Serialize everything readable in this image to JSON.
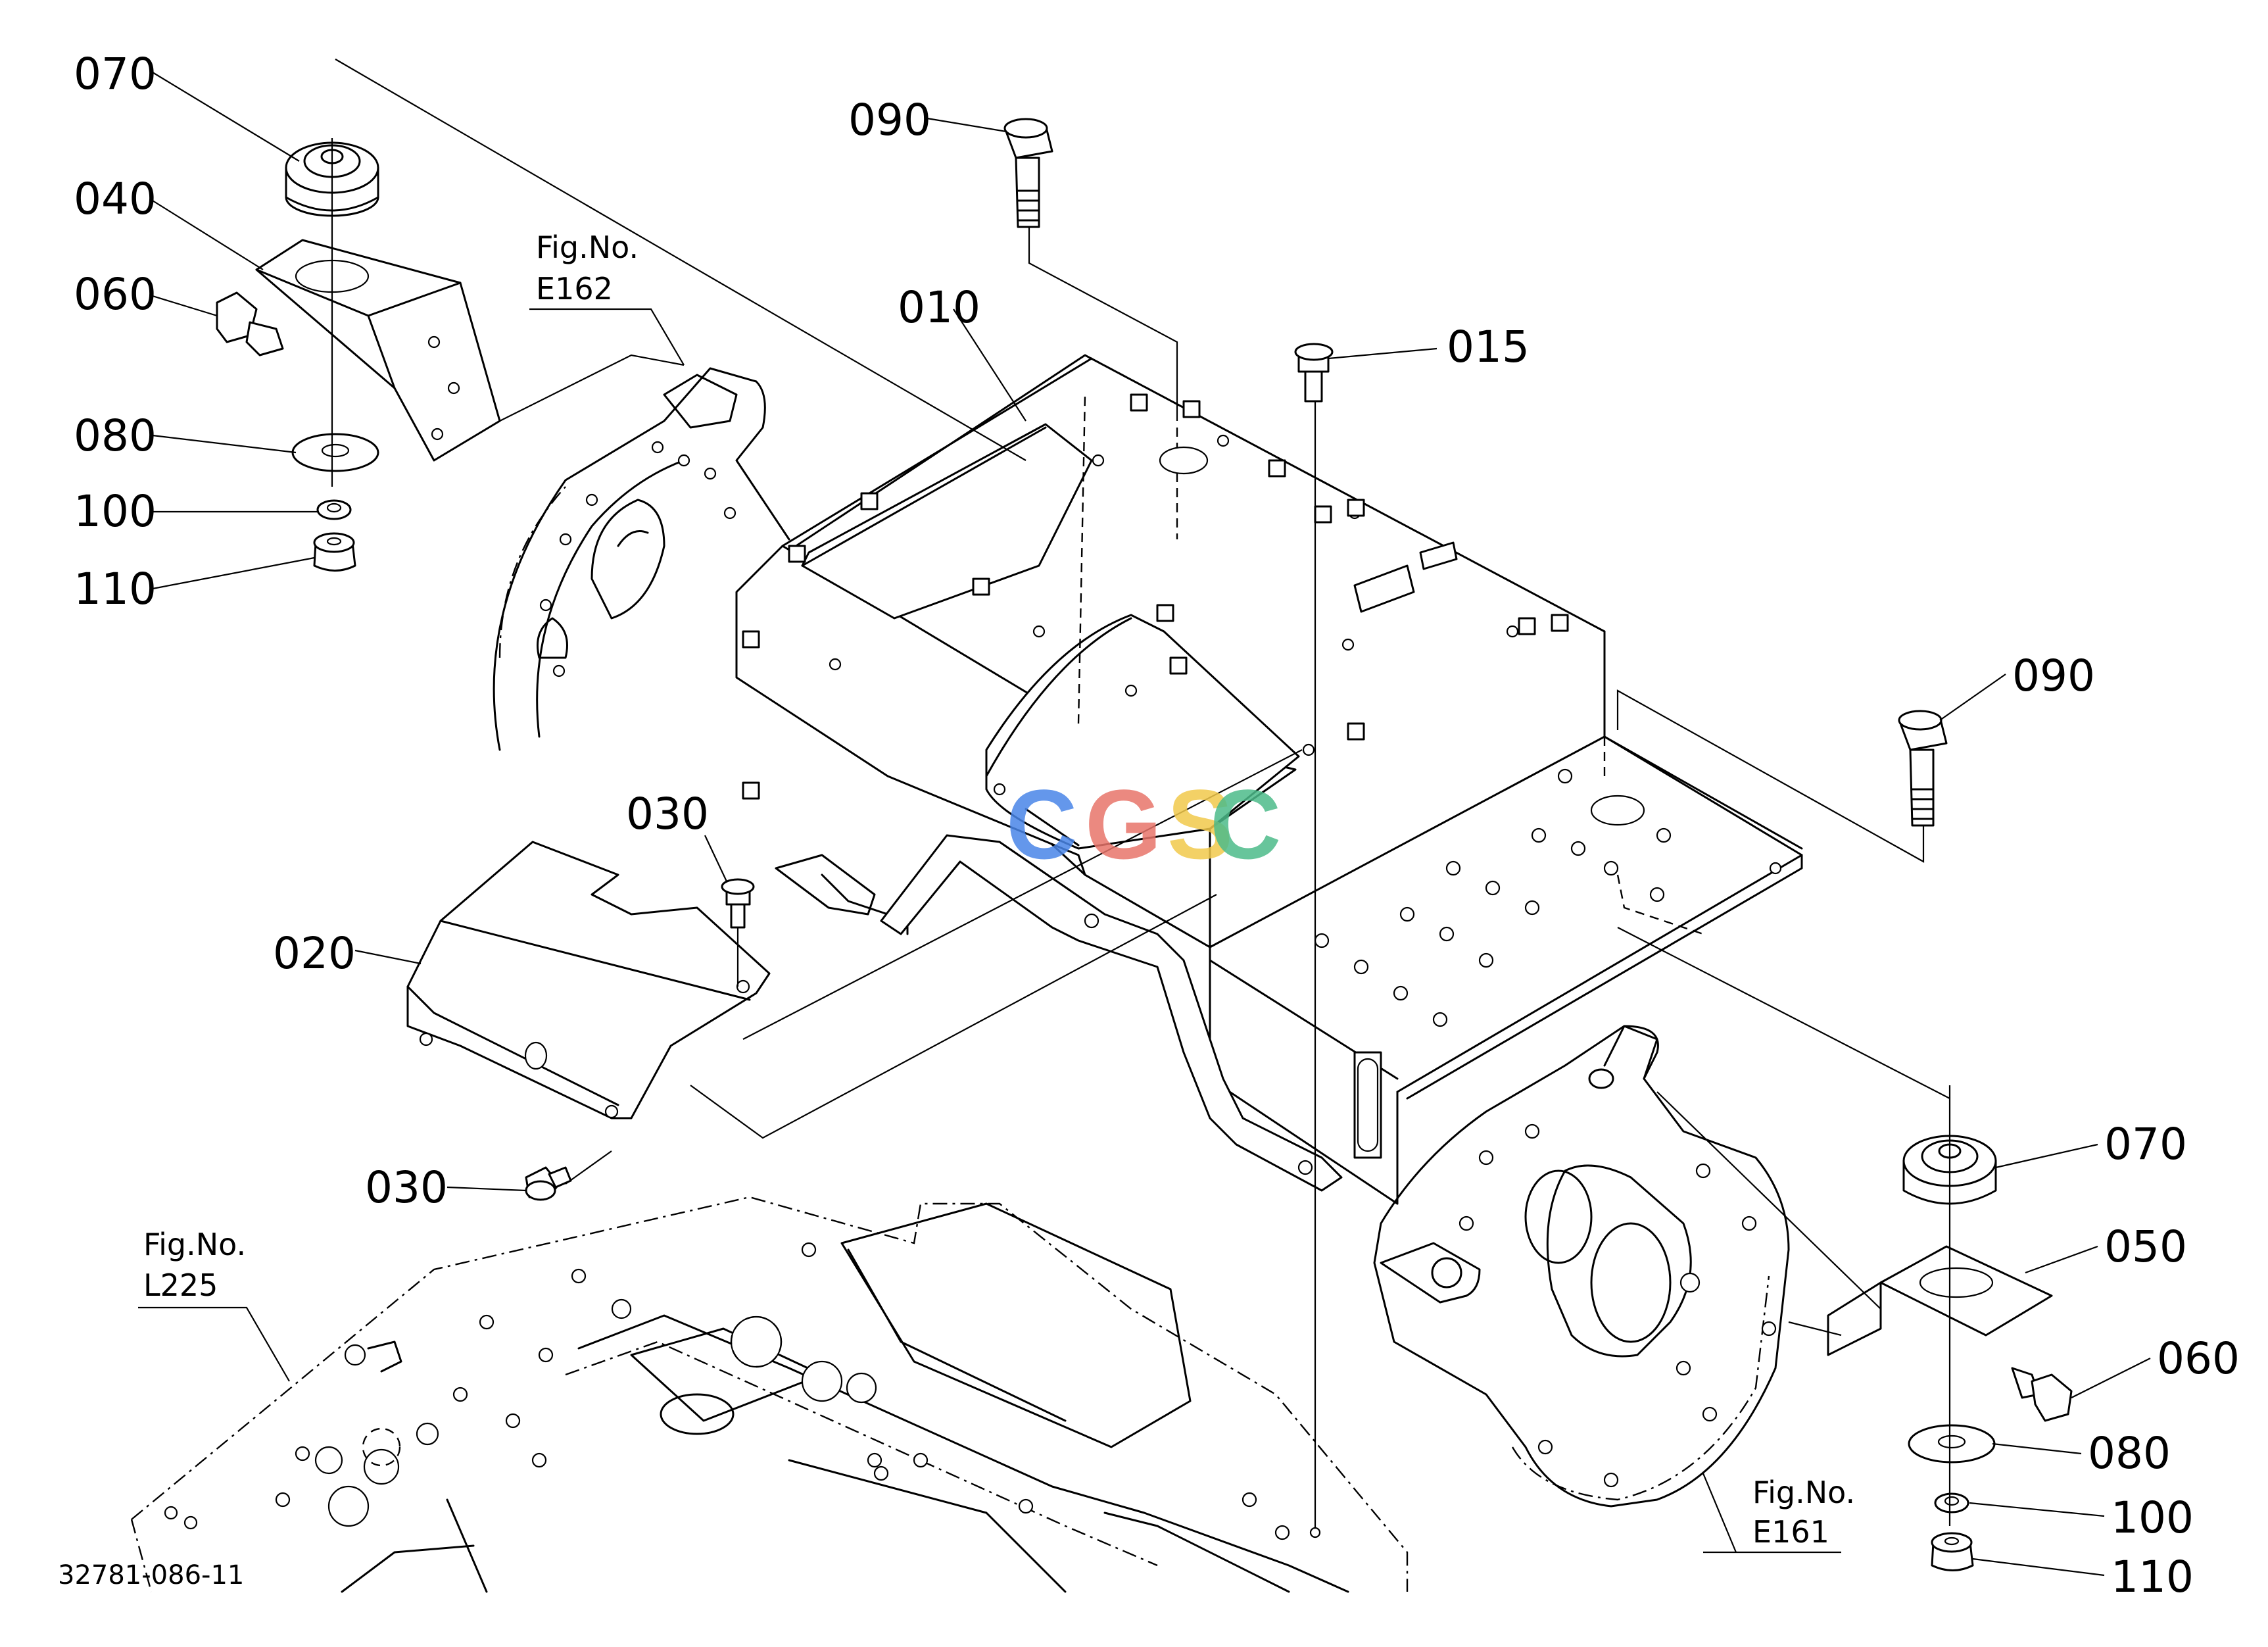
{
  "parts": [
    {
      "id": "p070a",
      "label": "070"
    },
    {
      "id": "p040",
      "label": "040"
    },
    {
      "id": "p060a",
      "label": "060"
    },
    {
      "id": "p080a",
      "label": "080"
    },
    {
      "id": "p100a",
      "label": "100"
    },
    {
      "id": "p110a",
      "label": "110"
    },
    {
      "id": "p090a",
      "label": "090"
    },
    {
      "id": "p010",
      "label": "010"
    },
    {
      "id": "p015",
      "label": "015"
    },
    {
      "id": "p090b",
      "label": "090"
    },
    {
      "id": "p030a",
      "label": "030"
    },
    {
      "id": "p020",
      "label": "020"
    },
    {
      "id": "p030b",
      "label": "030"
    },
    {
      "id": "p070b",
      "label": "070"
    },
    {
      "id": "p050",
      "label": "050"
    },
    {
      "id": "p060b",
      "label": "060"
    },
    {
      "id": "p080b",
      "label": "080"
    },
    {
      "id": "p100b",
      "label": "100"
    },
    {
      "id": "p110b",
      "label": "110"
    }
  ],
  "figure_refs": [
    {
      "id": "e162",
      "line1": "Fig.No.",
      "line2": "E162"
    },
    {
      "id": "l225",
      "line1": "Fig.No.",
      "line2": "L225"
    },
    {
      "id": "e161",
      "line1": "Fig.No.",
      "line2": "E161"
    }
  ],
  "drawing_code": "32781-086-11",
  "watermark": {
    "letters": [
      "C",
      "G",
      "S",
      "C"
    ],
    "colors": [
      "#4a86e8",
      "#e8756b",
      "#f2c94c",
      "#4dbb8a"
    ]
  }
}
